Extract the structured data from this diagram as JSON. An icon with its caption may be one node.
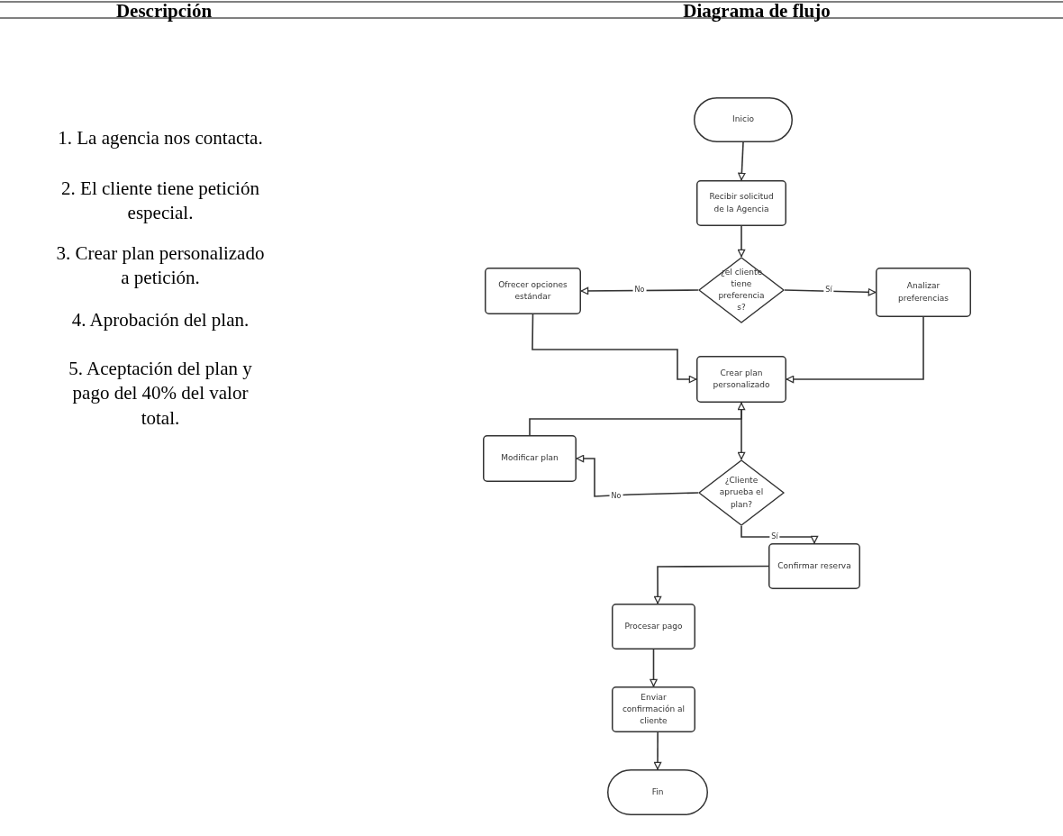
{
  "diagram": {
    "nodes": [
      {
        "text": [
          "Inicio"
        ]
      },
      {
        "text": [
          "Recibir solicitud de la Agencia"
        ]
      },
      {
        "text": [
          "¿el cliente tiene preferencia s?"
        ]
      },
      {
        "text": [
          "Ofrecer opciones estándar"
        ]
      },
      {
        "text": [
          "Analizar preferencias"
        ]
      },
      {
        "text": [
          "Crear plan personalizado"
        ]
      },
      {
        "text": [
          "Modificar plan"
        ]
      },
      {
        "text": [
          "¿Cliente aprueba el plan?"
        ]
      },
      {
        "text": [
          "Confirmar reserva"
        ]
      },
      {
        "text": [
          "Procesar pago"
        ]
      },
      {
        "text": [
          "Enviar confirmación al cliente"
        ]
      },
      {
        "text": [
          "Fin"
        ]
      }
    ],
    "edges": [
      {
        "from": 0,
        "to": 1,
        "arrow": "to"
      },
      {
        "from": 1,
        "to": 2,
        "arrow": "to"
      },
      {
        "from": 2,
        "to": 3,
        "arrow": "to",
        "label": "No"
      },
      {
        "from": 2,
        "to": 4,
        "arrow": "to",
        "label": "Sí"
      },
      {
        "from": 3,
        "to": 5,
        "arrow": "to"
      },
      {
        "from": 4,
        "to": 5,
        "arrow": "to"
      },
      {
        "from": 5,
        "to": 7,
        "arrow": "to"
      },
      {
        "from": 6,
        "to": 5,
        "arrow": "to"
      },
      {
        "from": 7,
        "to": 6,
        "arrow": "to",
        "label": "No"
      },
      {
        "from": 7,
        "to": 8,
        "arrow": "to",
        "label": "Sí"
      },
      {
        "from": 8,
        "to": 9,
        "arrow": "to"
      },
      {
        "from": 9,
        "to": 10,
        "arrow": "to"
      },
      {
        "from": 10,
        "to": 11,
        "arrow": "to"
      }
    ],
    "labels": [
      "Descripción",
      "Diagrama de flujo",
      "1. La agencia nos contacta.",
      "2. El cliente tiene petición especial.",
      "3. Crear plan personalizado a petición.",
      "4. Aprobación del plan.",
      "5. Aceptación del plan y pago del 40% del valor total."
    ]
  }
}
